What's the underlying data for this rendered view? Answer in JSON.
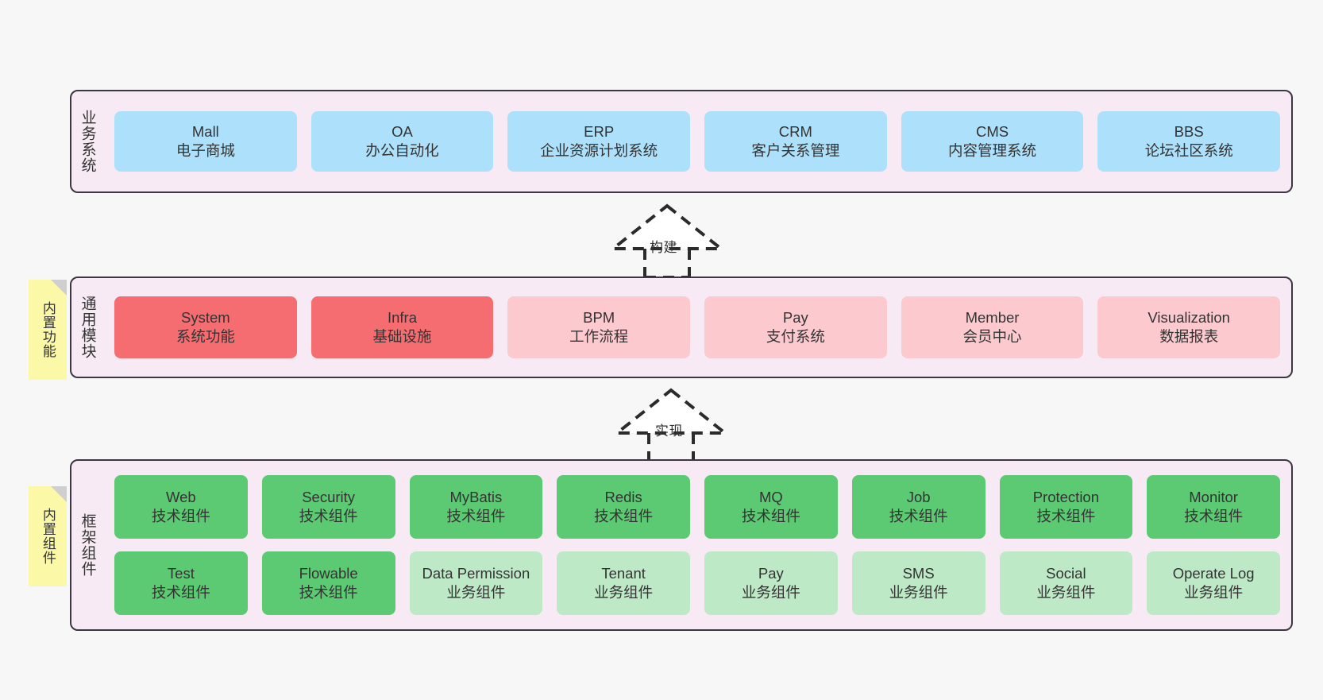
{
  "diagram": {
    "background": "#f7f7f7",
    "layer_fill": "#f8eaf4",
    "layer_border": "#3c3743",
    "note_fill": "#fbf8a8"
  },
  "layers": [
    {
      "id": "business",
      "title": "业务系统",
      "accent": "#ade1fb",
      "rows": [
        {
          "cells": [
            {
              "en": "Mall",
              "cn": "电子商城"
            },
            {
              "en": "OA",
              "cn": "办公自动化"
            },
            {
              "en": "ERP",
              "cn": "企业资源计划系统"
            },
            {
              "en": "CRM",
              "cn": "客户关系管理"
            },
            {
              "en": "CMS",
              "cn": "内容管理系统"
            },
            {
              "en": "BBS",
              "cn": "论坛社区系统"
            }
          ]
        }
      ]
    },
    {
      "id": "modules",
      "title": "通用模块",
      "accent": "#f66d71",
      "accent_secondary": "#fcc9cf",
      "note": "内置功能",
      "rows": [
        {
          "cells": [
            {
              "en": "System",
              "cn": "系统功能"
            },
            {
              "en": "Infra",
              "cn": "基础设施"
            },
            {
              "en": "BPM",
              "cn": "工作流程"
            },
            {
              "en": "Pay",
              "cn": "支付系统"
            },
            {
              "en": "Member",
              "cn": "会员中心"
            },
            {
              "en": "Visualization",
              "cn": "数据报表"
            }
          ]
        }
      ]
    },
    {
      "id": "framework",
      "title": "框架组件",
      "accent": "#5cca73",
      "accent_secondary": "#bee9c7",
      "note": "内置组件",
      "rows": [
        {
          "cells": [
            {
              "en": "Web",
              "cn": "技术组件"
            },
            {
              "en": "Security",
              "cn": "技术组件"
            },
            {
              "en": "MyBatis",
              "cn": "技术组件"
            },
            {
              "en": "Redis",
              "cn": "技术组件"
            },
            {
              "en": "MQ",
              "cn": "技术组件"
            },
            {
              "en": "Job",
              "cn": "技术组件"
            },
            {
              "en": "Protection",
              "cn": "技术组件"
            },
            {
              "en": "Monitor",
              "cn": "技术组件"
            }
          ]
        },
        {
          "cells": [
            {
              "en": "Test",
              "cn": "技术组件"
            },
            {
              "en": "Flowable",
              "cn": "技术组件"
            },
            {
              "en": "Data Permission",
              "cn": "业务组件"
            },
            {
              "en": "Tenant",
              "cn": "业务组件"
            },
            {
              "en": "Pay",
              "cn": "业务组件"
            },
            {
              "en": "SMS",
              "cn": "业务组件"
            },
            {
              "en": "Social",
              "cn": "业务组件"
            },
            {
              "en": "Operate Log",
              "cn": "业务组件"
            }
          ]
        }
      ]
    }
  ],
  "connectors": [
    {
      "id": "build",
      "label": "构建",
      "style": "dashed-hollow-arrow-up"
    },
    {
      "id": "impl",
      "label": "实现",
      "style": "dashed-hollow-arrow-up"
    }
  ]
}
